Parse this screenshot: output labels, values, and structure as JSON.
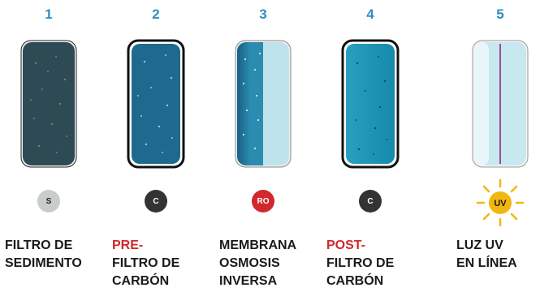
{
  "colors": {
    "number": "#2a8fc4",
    "red": "#d0282d",
    "dark_badge": "#333333",
    "gray_badge": "#c8cdc9",
    "uv_badge": "#f2b70f"
  },
  "stages": [
    {
      "number": "1",
      "badge": "S",
      "badge_style": "gray",
      "label_highlight": "",
      "label_lines": [
        "FILTRO DE",
        "SEDIMENTO"
      ],
      "filter_icon": "sediment-filter-icon"
    },
    {
      "number": "2",
      "badge": "C",
      "badge_style": "dark",
      "label_highlight": "PRE-",
      "label_lines": [
        "FILTRO DE",
        "CARBÓN"
      ],
      "filter_icon": "carbon-prefilter-icon"
    },
    {
      "number": "3",
      "badge": "RO",
      "badge_style": "red",
      "label_highlight": "",
      "label_lines": [
        "MEMBRANA",
        "OSMOSIS",
        "INVERSA"
      ],
      "filter_icon": "ro-membrane-icon"
    },
    {
      "number": "4",
      "badge": "C",
      "badge_style": "dark",
      "label_highlight": "POST-",
      "label_lines": [
        "FILTRO DE",
        "CARBÓN"
      ],
      "filter_icon": "carbon-postfilter-icon"
    },
    {
      "number": "5",
      "badge": "UV",
      "badge_style": "uv",
      "label_highlight": "",
      "label_lines": [
        "LUZ UV",
        "EN LÍNEA"
      ],
      "filter_icon": "uv-lamp-icon"
    }
  ]
}
